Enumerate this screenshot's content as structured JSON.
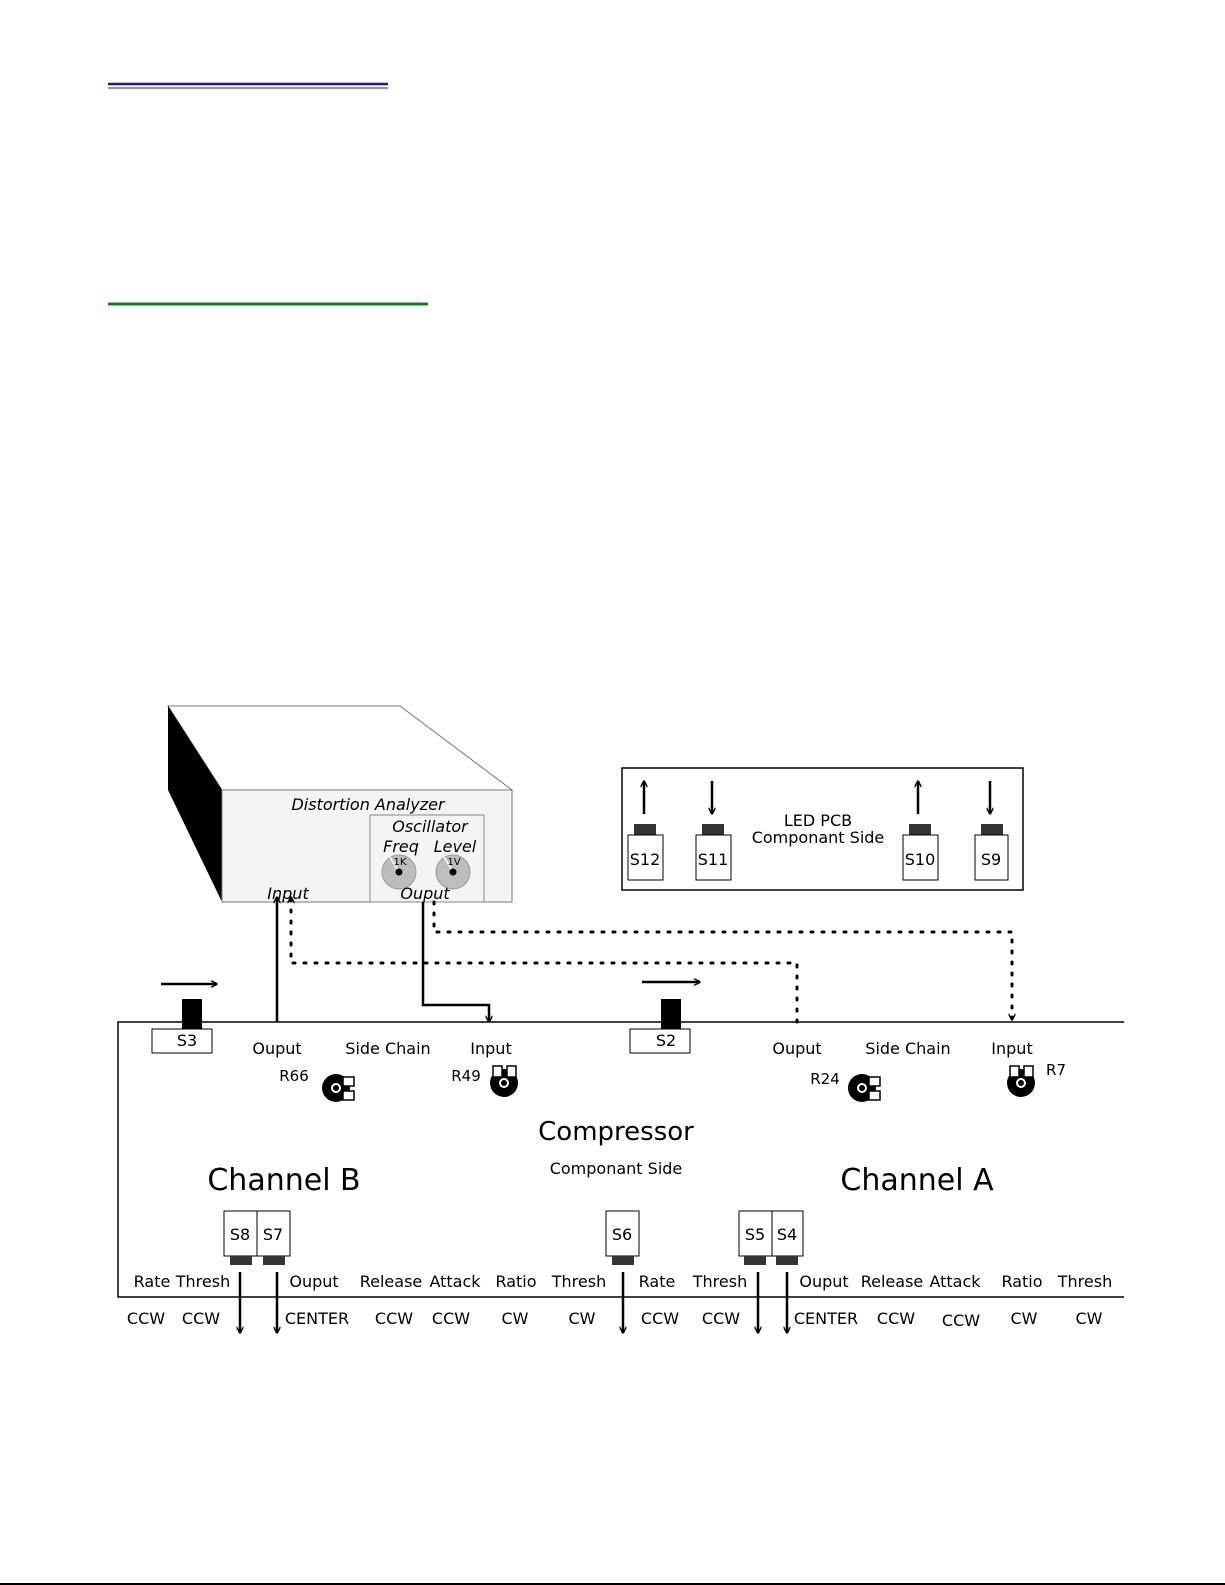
{
  "colors": {
    "rule_top": "#1c1c8c",
    "rule_second": "#1e7a1e",
    "ink": "#000000",
    "knob_gray": "#bdbdbd",
    "analyzer_panel": "#f4f4f4"
  },
  "analyzer": {
    "title": "Distortion Analyzer",
    "oscillator": "Oscillator",
    "freq": "Freq",
    "level": "Level",
    "freq_value": "1K",
    "level_value": "1V",
    "input": "Input",
    "output": "Ouput"
  },
  "led_pcb": {
    "title_line1": "LED PCB",
    "title_line2": "Componant Side",
    "switches": [
      {
        "label": "S12",
        "arrow": "up"
      },
      {
        "label": "S11",
        "arrow": "down"
      },
      {
        "label": "S10",
        "arrow": "up"
      },
      {
        "label": "S9",
        "arrow": "down"
      }
    ]
  },
  "compressor": {
    "title": "Compressor",
    "subtitle": "Componant Side",
    "channel_b": "Channel B",
    "channel_a": "Channel A",
    "top_switches": [
      {
        "label": "S3",
        "arrow": "right"
      },
      {
        "label": "S2",
        "arrow": "right"
      }
    ],
    "top_labels": [
      "Ouput",
      "Side Chain",
      "Input",
      "Ouput",
      "Side Chain",
      "Input"
    ],
    "trimmers": [
      "R66",
      "R49",
      "R24",
      "R7"
    ],
    "bottom_switches": [
      {
        "label": "S8",
        "arrow": "down"
      },
      {
        "label": "S7",
        "arrow": "down"
      },
      {
        "label": "S6",
        "arrow": "down"
      },
      {
        "label": "S5",
        "arrow": "down"
      },
      {
        "label": "S4",
        "arrow": "down"
      }
    ],
    "knob_labels": [
      "Rate",
      "Thresh",
      "Ouput",
      "Release",
      "Attack",
      "Ratio",
      "Thresh",
      "Rate",
      "Thresh",
      "Ouput",
      "Release",
      "Attack",
      "Ratio",
      "Thresh"
    ],
    "knob_settings": [
      "CCW",
      "CCW",
      "CENTER",
      "CCW",
      "CCW",
      "CW",
      "CW",
      "CCW",
      "CCW",
      "CENTER",
      "CCW",
      "CCW",
      "CW",
      "CW"
    ]
  }
}
